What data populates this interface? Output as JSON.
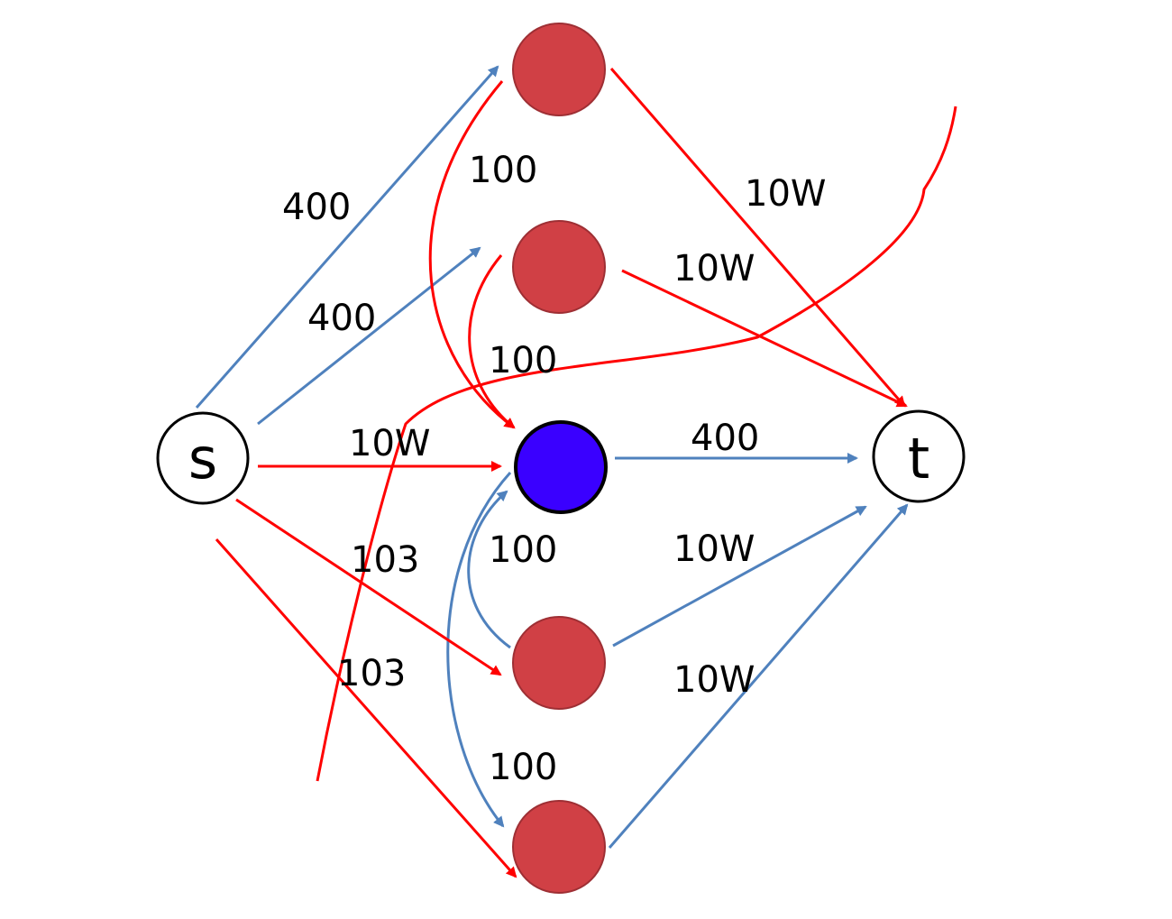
{
  "colors": {
    "red_edge": "#ff0000",
    "blue_edge": "#4f81bd",
    "red_node_fill": "#d04045",
    "red_node_stroke": "#9e2f34",
    "blue_node_fill": "#3a00ff",
    "terminal_fill": "#ffffff",
    "outline": "#000000"
  },
  "nodes": {
    "s": {
      "label": "s"
    },
    "t": {
      "label": "t"
    }
  },
  "edge_labels": {
    "s_to_top": "400",
    "s_to_second": "400",
    "s_to_center": "10W",
    "s_to_fourth": "103",
    "s_to_bottom": "103",
    "top_to_center": "100",
    "second_to_center": "100",
    "fourth_to_center": "100",
    "center_to_bottom": "100",
    "top_to_t": "10W",
    "second_to_t": "10W",
    "center_to_t": "400",
    "fourth_to_t": "10W",
    "bottom_to_t": "10W"
  }
}
